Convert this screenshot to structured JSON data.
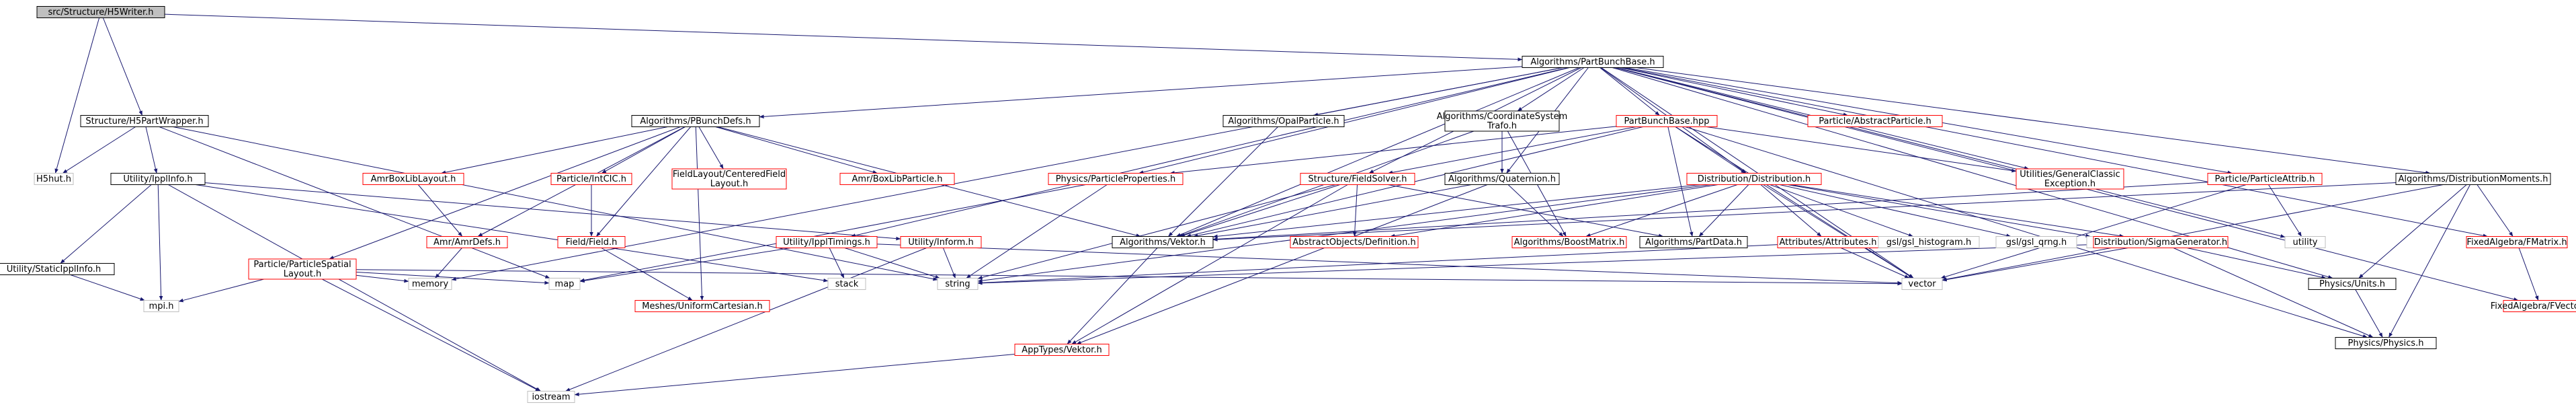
{
  "diagram": {
    "nodes": [
      {
        "id": "n_h5writer",
        "label": "src/Structure/H5Writer.h",
        "status": "root"
      },
      {
        "id": "n_hdf5",
        "label": "H5hut.h",
        "status": "external"
      },
      {
        "id": "n_h5part",
        "label": "Structure/H5PartWrapper.h",
        "status": "normal"
      },
      {
        "id": "n_pbb",
        "label": "Algorithms/PartBunchBase.h",
        "status": "normal"
      },
      {
        "id": "n_ippinfo",
        "label": "Utility/IpplInfo.h",
        "status": "normal"
      },
      {
        "id": "n_staticippl",
        "label": "Utility/StaticIpplInfo.h",
        "status": "normal"
      },
      {
        "id": "n_mpi",
        "label": "mpi.h",
        "status": "external"
      },
      {
        "id": "n_pbdefs",
        "label": "Algorithms/PBunchDefs.h",
        "status": "normal"
      },
      {
        "id": "n_opal",
        "label": "Algorithms/OpalParticle.h",
        "status": "normal"
      },
      {
        "id": "n_coord",
        "label": "Algorithms/CoordinateSystem Trafo.h",
        "status": "normal"
      },
      {
        "id": "n_pbhpp",
        "label": "PartBunchBase.hpp",
        "status": "missing"
      },
      {
        "id": "n_absparticle",
        "label": "Particle/AbstractParticle.h",
        "status": "missing"
      },
      {
        "id": "n_spatial",
        "label": "Particle/ParticleSpatial Layout.h",
        "status": "missing"
      },
      {
        "id": "n_amrbll",
        "label": "AmrBoxLibLayout.h",
        "status": "missing"
      },
      {
        "id": "n_amrdefs",
        "label": "Amr/AmrDefs.h",
        "status": "missing"
      },
      {
        "id": "n_p1c2c",
        "label": "Particle/IntCIC.h",
        "status": "missing"
      },
      {
        "id": "n_fieldlayout",
        "label": "FieldLayout/CenteredField Layout.h",
        "status": "missing"
      },
      {
        "id": "n_field",
        "label": "Field/Field.h",
        "status": "missing"
      },
      {
        "id": "n_amrbp",
        "label": "Amr/BoxLibParticle.h",
        "status": "missing"
      },
      {
        "id": "n_physprop",
        "label": "Physics/ParticleProperties.h",
        "status": "missing"
      },
      {
        "id": "n_fieldsolver",
        "label": "Structure/FieldSolver.h",
        "status": "missing"
      },
      {
        "id": "n_quaternion",
        "label": "Algorithms/Quaternion.h",
        "status": "normal"
      },
      {
        "id": "n_distribution",
        "label": "Distribution/Distribution.h",
        "status": "missing"
      },
      {
        "id": "n_genexc",
        "label": "Utilities/GeneralClassic Exception.h",
        "status": "missing"
      },
      {
        "id": "n_pattrib",
        "label": "Particle/ParticleAttrib.h",
        "status": "missing"
      },
      {
        "id": "n_distmom",
        "label": "Algorithms/DistributionMoments.h",
        "status": "normal"
      },
      {
        "id": "n_utility",
        "label": "utility",
        "status": "external"
      },
      {
        "id": "n_fmatrix",
        "label": "FixedAlgebra/FMatrix.h",
        "status": "missing"
      },
      {
        "id": "n_fvector",
        "label": "FixedAlgebra/FVector.h",
        "status": "missing"
      },
      {
        "id": "n_ippltimings",
        "label": "Utility/IpplTimings.h",
        "status": "missing"
      },
      {
        "id": "n_inform",
        "label": "Utility/Inform.h",
        "status": "missing"
      },
      {
        "id": "n_vektor",
        "label": "Algorithms/Vektor.h",
        "status": "normal"
      },
      {
        "id": "n_absdef",
        "label": "AbstractObjects/Definition.h",
        "status": "missing"
      },
      {
        "id": "n_boostmatrix",
        "label": "Algorithms/BoostMatrix.h",
        "status": "missing"
      },
      {
        "id": "n_partdata",
        "label": "Algorithms/PartData.h",
        "status": "normal"
      },
      {
        "id": "n_attributes",
        "label": "Attributes/Attributes.h",
        "status": "missing"
      },
      {
        "id": "n_gslhist",
        "label": "gsl/gsl_histogram.h",
        "status": "external"
      },
      {
        "id": "n_gslqrng",
        "label": "gsl/gsl_qrng.h",
        "status": "external"
      },
      {
        "id": "n_gslrng",
        "label": "gsl/gsl_rng.h",
        "status": "external"
      },
      {
        "id": "n_sigmagen",
        "label": "Distribution/SigmaGenerator.h",
        "status": "missing"
      },
      {
        "id": "n_memory",
        "label": "memory",
        "status": "external"
      },
      {
        "id": "n_map",
        "label": "map",
        "status": "external"
      },
      {
        "id": "n_stack",
        "label": "stack",
        "status": "external"
      },
      {
        "id": "n_meshes",
        "label": "Meshes/UniformCartesian.h",
        "status": "missing"
      },
      {
        "id": "n_string",
        "label": "string",
        "status": "external"
      },
      {
        "id": "n_vector",
        "label": "vector",
        "status": "external"
      },
      {
        "id": "n_units",
        "label": "Physics/Units.h",
        "status": "normal"
      },
      {
        "id": "n_apptypes",
        "label": "AppTypes/Vektor.h",
        "status": "missing"
      },
      {
        "id": "n_physics",
        "label": "Physics/Physics.h",
        "status": "normal"
      },
      {
        "id": "n_iostream",
        "label": "iostream",
        "status": "external"
      }
    ],
    "edges": [
      [
        "n_h5writer",
        "n_hdf5"
      ],
      [
        "n_h5writer",
        "n_h5part"
      ],
      [
        "n_h5writer",
        "n_pbb"
      ],
      [
        "n_h5part",
        "n_hdf5"
      ],
      [
        "n_h5part",
        "n_ippinfo"
      ],
      [
        "n_h5part",
        "n_map"
      ],
      [
        "n_h5part",
        "n_string"
      ],
      [
        "n_ippinfo",
        "n_staticippl"
      ],
      [
        "n_ippinfo",
        "n_mpi"
      ],
      [
        "n_ippinfo",
        "n_inform"
      ],
      [
        "n_ippinfo",
        "n_iostream"
      ],
      [
        "n_ippinfo",
        "n_stack"
      ],
      [
        "n_staticippl",
        "n_mpi"
      ],
      [
        "n_pbb",
        "n_pbdefs"
      ],
      [
        "n_pbb",
        "n_opal"
      ],
      [
        "n_pbb",
        "n_coord"
      ],
      [
        "n_pbb",
        "n_pbhpp"
      ],
      [
        "n_pbb",
        "n_absparticle"
      ],
      [
        "n_pbb",
        "n_physprop"
      ],
      [
        "n_pbb",
        "n_fieldsolver"
      ],
      [
        "n_pbb",
        "n_quaternion"
      ],
      [
        "n_pbb",
        "n_distribution"
      ],
      [
        "n_pbb",
        "n_genexc"
      ],
      [
        "n_pbb",
        "n_pattrib"
      ],
      [
        "n_pbb",
        "n_distmom"
      ],
      [
        "n_pbb",
        "n_utility"
      ],
      [
        "n_pbb",
        "n_fmatrix"
      ],
      [
        "n_pbb",
        "n_fvector"
      ],
      [
        "n_pbb",
        "n_units"
      ],
      [
        "n_pbb",
        "n_vector"
      ],
      [
        "n_pbb",
        "n_memory"
      ],
      [
        "n_pbb",
        "n_vektor"
      ],
      [
        "n_pbb",
        "n_ippltimings"
      ],
      [
        "n_pbdefs",
        "n_spatial"
      ],
      [
        "n_pbdefs",
        "n_amrbll"
      ],
      [
        "n_pbdefs",
        "n_amrdefs"
      ],
      [
        "n_pbdefs",
        "n_p1c2c"
      ],
      [
        "n_pbdefs",
        "n_fieldlayout"
      ],
      [
        "n_pbdefs",
        "n_field"
      ],
      [
        "n_pbdefs",
        "n_amrbp"
      ],
      [
        "n_pbdefs",
        "n_meshes"
      ],
      [
        "n_pbdefs",
        "n_vektor"
      ],
      [
        "n_spatial",
        "n_mpi"
      ],
      [
        "n_spatial",
        "n_memory"
      ],
      [
        "n_spatial",
        "n_map"
      ],
      [
        "n_spatial",
        "n_iostream"
      ],
      [
        "n_spatial",
        "n_vector"
      ],
      [
        "n_amrbll",
        "n_amrdefs"
      ],
      [
        "n_amrdefs",
        "n_memory"
      ],
      [
        "n_p1c2c",
        "n_field"
      ],
      [
        "n_field",
        "n_meshes"
      ],
      [
        "n_opal",
        "n_vektor"
      ],
      [
        "n_coord",
        "n_quaternion"
      ],
      [
        "n_coord",
        "n_vektor"
      ],
      [
        "n_coord",
        "n_boostmatrix"
      ],
      [
        "n_pbhpp",
        "n_physprop"
      ],
      [
        "n_pbhpp",
        "n_fieldsolver"
      ],
      [
        "n_pbhpp",
        "n_distribution"
      ],
      [
        "n_pbhpp",
        "n_genexc"
      ],
      [
        "n_pbhpp",
        "n_partdata"
      ],
      [
        "n_pbhpp",
        "n_vektor"
      ],
      [
        "n_pbhpp",
        "n_physics"
      ],
      [
        "n_pbhpp",
        "n_vector"
      ],
      [
        "n_physprop",
        "n_string"
      ],
      [
        "n_physprop",
        "n_map"
      ],
      [
        "n_fieldsolver",
        "n_vektor"
      ],
      [
        "n_fieldsolver",
        "n_absdef"
      ],
      [
        "n_fieldsolver",
        "n_partdata"
      ],
      [
        "n_fieldsolver",
        "n_string"
      ],
      [
        "n_fieldsolver",
        "n_apptypes"
      ],
      [
        "n_quaternion",
        "n_vektor"
      ],
      [
        "n_quaternion",
        "n_boostmatrix"
      ],
      [
        "n_quaternion",
        "n_apptypes"
      ],
      [
        "n_distribution",
        "n_vektor"
      ],
      [
        "n_distribution",
        "n_absdef"
      ],
      [
        "n_distribution",
        "n_boostmatrix"
      ],
      [
        "n_distribution",
        "n_partdata"
      ],
      [
        "n_distribution",
        "n_attributes"
      ],
      [
        "n_distribution",
        "n_gslhist"
      ],
      [
        "n_distribution",
        "n_gslqrng"
      ],
      [
        "n_distribution",
        "n_gslrng"
      ],
      [
        "n_distribution",
        "n_sigmagen"
      ],
      [
        "n_distribution",
        "n_string"
      ],
      [
        "n_distribution",
        "n_vector"
      ],
      [
        "n_pattrib",
        "n_vektor"
      ],
      [
        "n_pattrib",
        "n_utility"
      ],
      [
        "n_pattrib",
        "n_vector"
      ],
      [
        "n_distmom",
        "n_vektor"
      ],
      [
        "n_distmom",
        "n_fmatrix"
      ],
      [
        "n_distmom",
        "n_units"
      ],
      [
        "n_distmom",
        "n_physics"
      ],
      [
        "n_distmom",
        "n_vector"
      ],
      [
        "n_fmatrix",
        "n_fvector"
      ],
      [
        "n_ippltimings",
        "n_map"
      ],
      [
        "n_ippltimings",
        "n_stack"
      ],
      [
        "n_ippltimings",
        "n_string"
      ],
      [
        "n_ippltimings",
        "n_vector"
      ],
      [
        "n_inform",
        "n_iostream"
      ],
      [
        "n_inform",
        "n_string"
      ],
      [
        "n_vektor",
        "n_apptypes"
      ],
      [
        "n_apptypes",
        "n_iostream"
      ],
      [
        "n_attributes",
        "n_string"
      ],
      [
        "n_attributes",
        "n_vector"
      ],
      [
        "n_sigmagen",
        "n_string"
      ],
      [
        "n_sigmagen",
        "n_vector"
      ],
      [
        "n_sigmagen",
        "n_units"
      ],
      [
        "n_sigmagen",
        "n_physics"
      ],
      [
        "n_units",
        "n_physics"
      ]
    ]
  },
  "colors": {
    "edge": "#191970",
    "border_normal": "#000000",
    "border_missing": "#ff0000",
    "border_external": "#bfbfbf",
    "root_fill": "#bfbfbf",
    "node_fill": "#ffffff",
    "text": "#000000"
  }
}
